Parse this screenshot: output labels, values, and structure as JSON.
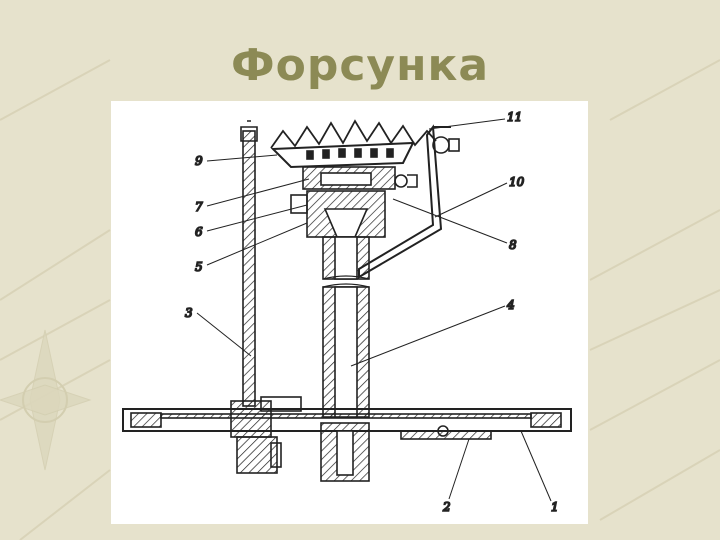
{
  "slide": {
    "title": "Форсунка",
    "title_color": "#8c8a55",
    "background_color": "#e6e2cc"
  },
  "diagram": {
    "labels": [
      "1",
      "2",
      "3",
      "4",
      "5",
      "6",
      "7",
      "8",
      "9",
      "10",
      "11"
    ],
    "line_color": "#222222"
  }
}
